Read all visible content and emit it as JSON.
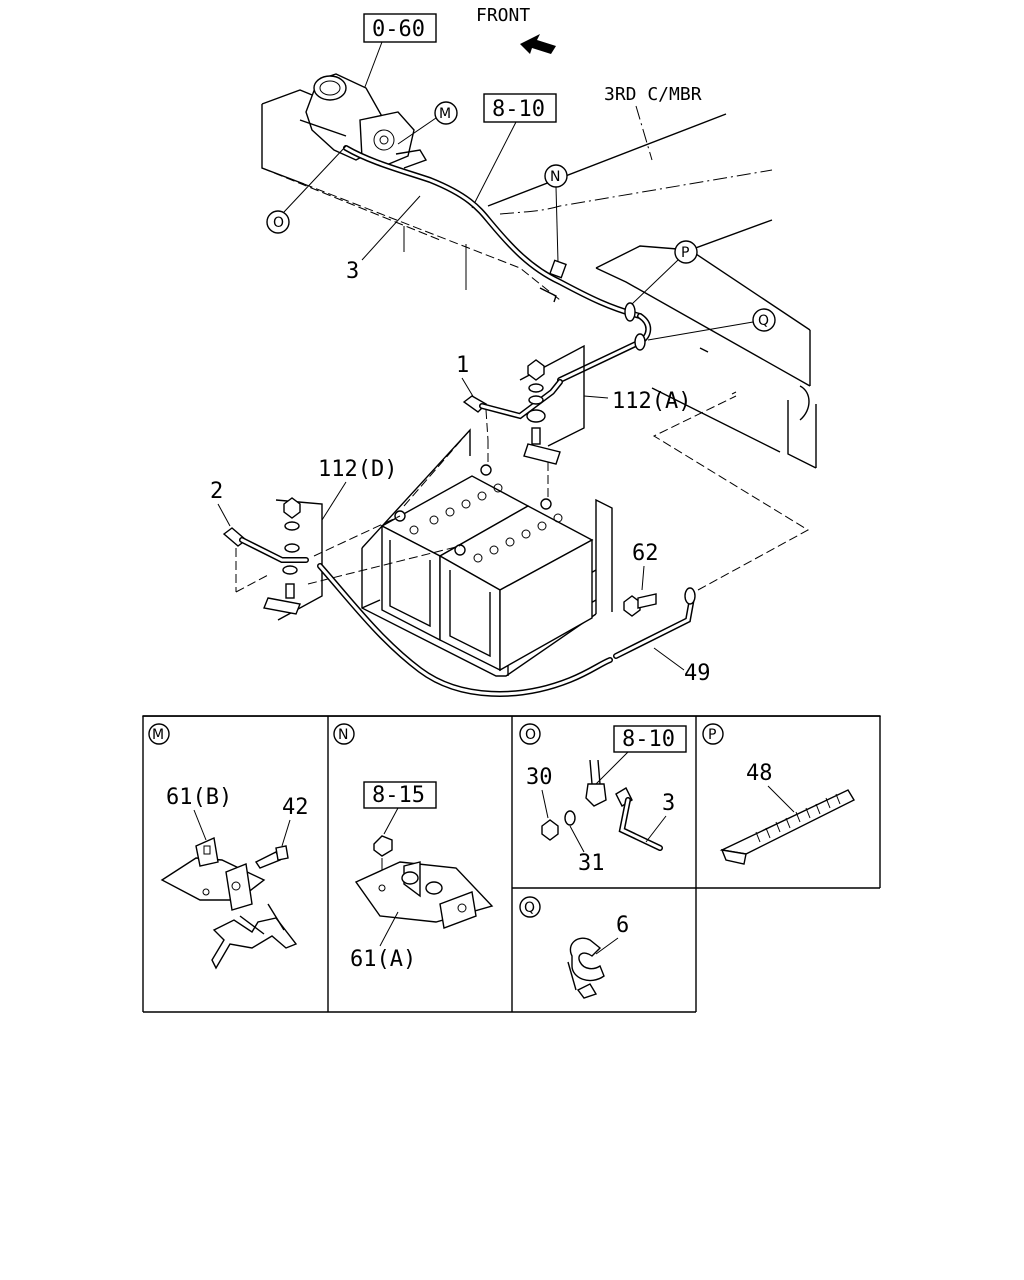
{
  "header": {
    "front_label": "FRONT",
    "crossmember_label": "3RD C/MBR"
  },
  "references": {
    "ref_0_60": "0-60",
    "ref_8_10": "8-10",
    "ref_8_10_detail": "8-10",
    "ref_8_15": "8-15"
  },
  "callouts": {
    "c_M": "M",
    "c_N": "N",
    "c_O": "O",
    "c_P": "P",
    "c_Q": "Q"
  },
  "parts": {
    "p1": "1",
    "p2": "2",
    "p3": "3",
    "p112A": "112(A)",
    "p112D": "112(D)",
    "p62": "62",
    "p49": "49"
  },
  "details": {
    "M": {
      "tag": "M",
      "part_61B": "61(B)",
      "part_42": "42"
    },
    "N": {
      "tag": "N",
      "ref": "8-15",
      "part_61A": "61(A)"
    },
    "O": {
      "tag": "O",
      "ref": "8-10",
      "part_30": "30",
      "part_3": "3",
      "part_31": "31"
    },
    "P": {
      "tag": "P",
      "part_48": "48"
    },
    "Q": {
      "tag": "Q",
      "part_6": "6"
    }
  }
}
